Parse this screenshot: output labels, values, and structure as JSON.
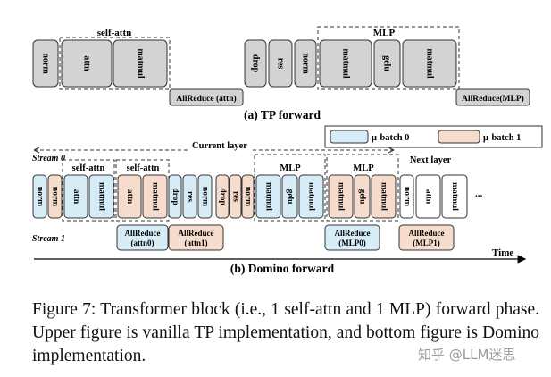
{
  "tp": {
    "blocks": [
      {
        "label": "norm",
        "fill": "gray"
      },
      {
        "label": "attn",
        "fill": "gray"
      },
      {
        "label": "matmul",
        "fill": "gray"
      },
      {
        "label": "drop",
        "fill": "gray"
      },
      {
        "label": "res",
        "fill": "gray"
      },
      {
        "label": "norm",
        "fill": "gray"
      },
      {
        "label": "matmul",
        "fill": "gray"
      },
      {
        "label": "gelu",
        "fill": "gray"
      },
      {
        "label": "matmul",
        "fill": "gray"
      }
    ],
    "allreduce": [
      {
        "label": "AllReduce (attn)"
      },
      {
        "label": "AllReduce(MLP)"
      }
    ],
    "group_labels": [
      "self-attn",
      "MLP"
    ],
    "title": "(a) TP forward"
  },
  "domino": {
    "current_layer_label": "Current layer",
    "next_layer_label": "Next layer",
    "stream0": "Stream 0",
    "stream1": "Stream 1",
    "legend": [
      {
        "label": "μ-batch 0",
        "color": "#d6ecf7"
      },
      {
        "label": "μ-batch 1",
        "color": "#f6dccc"
      }
    ],
    "group_labels": [
      "self-attn",
      "self-attn",
      "MLP",
      "MLP"
    ],
    "blocks": [
      {
        "label": "norm",
        "fill": "blue"
      },
      {
        "label": "norm",
        "fill": "peach"
      },
      {
        "label": "attn",
        "fill": "blue"
      },
      {
        "label": "matmul",
        "fill": "blue"
      },
      {
        "label": "attn",
        "fill": "peach"
      },
      {
        "label": "matmul",
        "fill": "peach"
      },
      {
        "label": "drop",
        "fill": "blue"
      },
      {
        "label": "res",
        "fill": "blue"
      },
      {
        "label": "norm",
        "fill": "blue"
      },
      {
        "label": "drop",
        "fill": "peach"
      },
      {
        "label": "res",
        "fill": "peach"
      },
      {
        "label": "norm",
        "fill": "peach"
      },
      {
        "label": "matmul",
        "fill": "blue"
      },
      {
        "label": "gelu",
        "fill": "blue"
      },
      {
        "label": "matmul",
        "fill": "blue"
      },
      {
        "label": "matmul",
        "fill": "peach"
      },
      {
        "label": "gelu",
        "fill": "peach"
      },
      {
        "label": "matmul",
        "fill": "peach"
      },
      {
        "label": "norm",
        "fill": "white"
      },
      {
        "label": "attn",
        "fill": "white"
      },
      {
        "label": "matmul",
        "fill": "white"
      }
    ],
    "ellipsis": "...",
    "allreduce": [
      {
        "line1": "AllReduce",
        "line2": "(attn0)",
        "fill": "blue"
      },
      {
        "line1": "AllReduce",
        "line2": "(attn1)",
        "fill": "peach"
      },
      {
        "line1": "AllReduce",
        "line2": "(MLP0)",
        "fill": "blue"
      },
      {
        "line1": "AllReduce",
        "line2": "(MLP1)",
        "fill": "peach"
      }
    ],
    "time_label": "Time",
    "title": "(b) Domino forward"
  },
  "colors": {
    "gray": "#d3d3d3",
    "blue": "#d6ecf7",
    "peach": "#f6dccc",
    "white": "#ffffff",
    "stroke": "#333333"
  },
  "caption": "Figure 7: Transformer block (i.e., 1 self-attn and 1 MLP) forward phase. Upper figure is vanilla TP implementation, and bottom figure is Domino implementation.",
  "watermark": "知乎 @LLM迷思"
}
